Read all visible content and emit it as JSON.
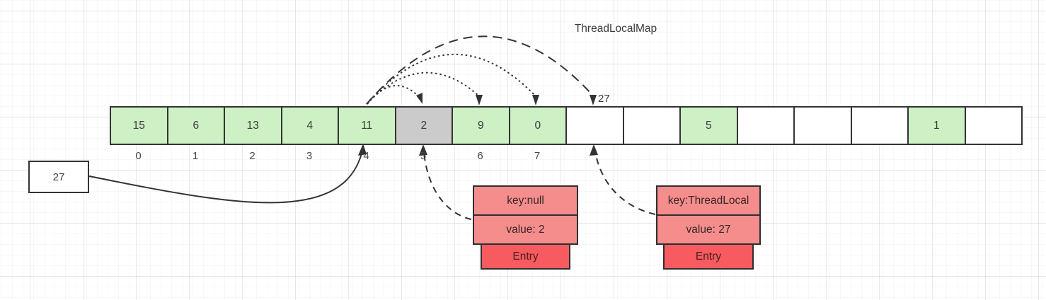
{
  "title": "ThreadLocalMap",
  "colors": {
    "green": "#cdf0c5",
    "gray": "#cbcbcb",
    "white": "#ffffff",
    "entry_row": "#f58d8d",
    "entry_tab": "#f75b60",
    "stroke": "#333333"
  },
  "array": {
    "cells": [
      {
        "value": "15",
        "state": "green"
      },
      {
        "value": "6",
        "state": "green"
      },
      {
        "value": "13",
        "state": "green"
      },
      {
        "value": "4",
        "state": "green"
      },
      {
        "value": "11",
        "state": "green"
      },
      {
        "value": "2",
        "state": "gray"
      },
      {
        "value": "9",
        "state": "green"
      },
      {
        "value": "0",
        "state": "green"
      },
      {
        "value": "",
        "state": "white"
      },
      {
        "value": "",
        "state": "white"
      },
      {
        "value": "5",
        "state": "green"
      },
      {
        "value": "",
        "state": "white"
      },
      {
        "value": "",
        "state": "white"
      },
      {
        "value": "",
        "state": "white"
      },
      {
        "value": "1",
        "state": "green"
      },
      {
        "value": "",
        "state": "white"
      }
    ],
    "index_labels": [
      "0",
      "1",
      "2",
      "3",
      "4",
      "5",
      "6",
      "7"
    ]
  },
  "incoming_value_box": "27",
  "probe_label": "27",
  "entries": [
    {
      "key": "key:null",
      "value": "value: 2",
      "label": "Entry"
    },
    {
      "key": "key:ThreadLocal",
      "value": "value: 27",
      "label": "Entry"
    }
  ]
}
